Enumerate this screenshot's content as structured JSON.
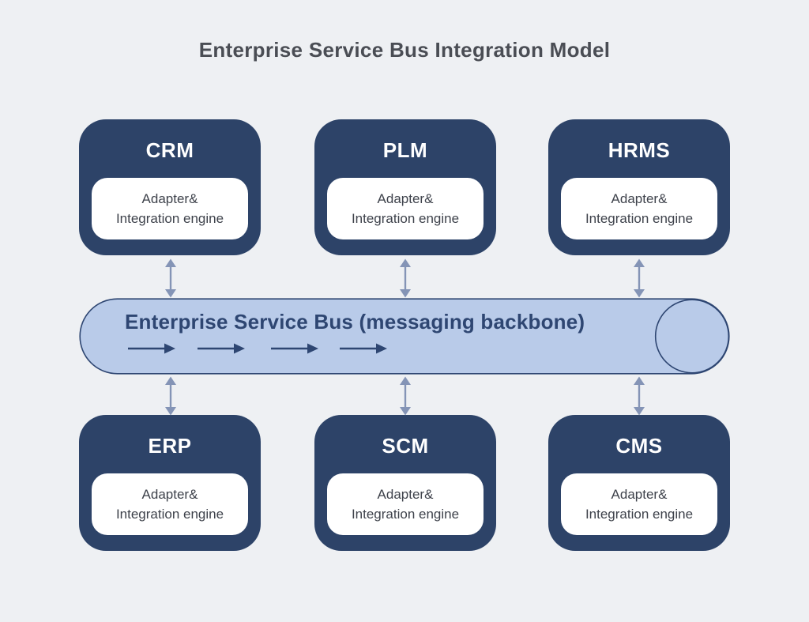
{
  "title": "Enterprise Service Bus Integration Model",
  "bus": {
    "label": "Enterprise Service Bus (messaging backbone)",
    "flow_arrow_count": 4
  },
  "systems": {
    "top": [
      {
        "name": "CRM",
        "component": "Adapter&\nIntegration engine"
      },
      {
        "name": "PLM",
        "component": "Adapter&\nIntegration engine"
      },
      {
        "name": "HRMS",
        "component": "Adapter&\nIntegration engine"
      }
    ],
    "bottom": [
      {
        "name": "ERP",
        "component": "Adapter&\nIntegration engine"
      },
      {
        "name": "SCM",
        "component": "Adapter&\nIntegration engine"
      },
      {
        "name": "CMS",
        "component": "Adapter&\nIntegration engine"
      }
    ]
  },
  "colors": {
    "background": "#eef0f3",
    "title_text": "#4a4d54",
    "node_fill": "#2d4368",
    "node_text": "#ffffff",
    "inner_fill": "#ffffff",
    "inner_text": "#3e424b",
    "bus_fill": "#b9cbe9",
    "bus_stroke": "#2e4672",
    "bus_text": "#2e4672",
    "connector": "#8494b6"
  }
}
